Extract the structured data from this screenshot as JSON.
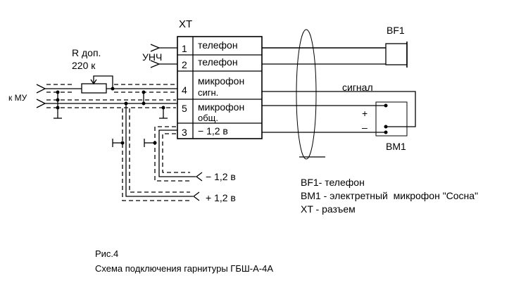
{
  "connector": {
    "designator": "XT",
    "pins": [
      {
        "number": "1",
        "label_line1": "телефон",
        "label_line2": ""
      },
      {
        "number": "2",
        "label_line1": "телефон",
        "label_line2": ""
      },
      {
        "number": "4",
        "label_line1": "микрофон",
        "label_line2": "сигн."
      },
      {
        "number": "5",
        "label_line1": "микрофон",
        "label_line2": "общ."
      },
      {
        "number": "3",
        "label_line1": "− 1,2 в",
        "label_line2": ""
      }
    ]
  },
  "left": {
    "input_label": "к МУ",
    "amp_label": "УНЧ",
    "resistor_label_line1": "R доп.",
    "resistor_label_line2": "220 к"
  },
  "supply": {
    "minus_label": "− 1,2 в",
    "plus_label": "+ 1,2 в"
  },
  "right": {
    "earphone": "BF1",
    "microphone": "BM1",
    "signal_label": "сигнал",
    "plus_sign": "+",
    "minus_sign": "–"
  },
  "legend": [
    "BF1- телефон",
    "BM1 - электретный  микрофон \"Сосна\"",
    "XT - разъем"
  ],
  "caption": {
    "figure": "Рис.4",
    "title": "Схема подключения гарнитуры ГБШ-А-4А"
  }
}
